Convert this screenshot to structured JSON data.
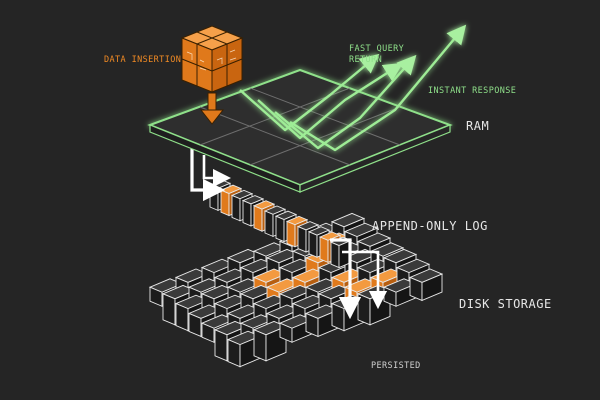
{
  "labels": {
    "data_insertion": "DATA INSERTION",
    "fast_query_return_line1": "FAST QUERY",
    "fast_query_return_line2": "RETURN",
    "instant_response": "INSTANT RESPONSE",
    "ram": "RAM",
    "append_only_log": "APPEND-ONLY LOG",
    "disk_storage": "DISK STORAGE",
    "persisted": "PERSISTED"
  },
  "colors": {
    "background": "#252525",
    "accent_orange": "#f08a24",
    "ram_glow_green": "#8fe08a",
    "block_face": "#1c1c1c",
    "block_top": "#3a3a3a",
    "outline": "#e8e8e8"
  }
}
